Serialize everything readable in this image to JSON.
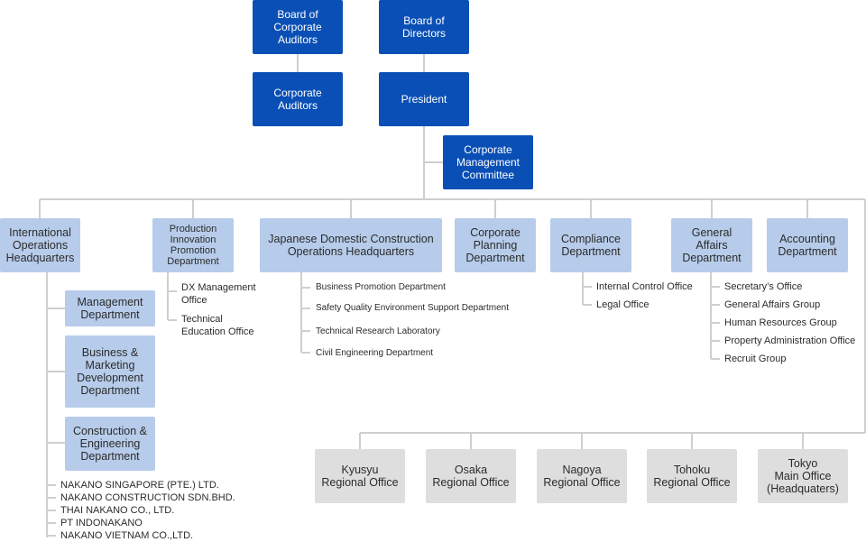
{
  "top": {
    "board_auditors": "Board of\nCorporate\nAuditors",
    "board_directors": "Board of\nDirectors",
    "corporate_auditors": "Corporate\nAuditors",
    "president": "President",
    "committee": "Corporate\nManagement\nCommittee"
  },
  "departments": {
    "international": "International\nOperations\nHeadquarters",
    "production": "Production\nInnovation\nPromotion\nDepartment",
    "japanese": "Japanese Domestic Construction\nOperations Headquarters",
    "planning": "Corporate\nPlanning\nDepartment",
    "compliance": "Compliance\nDepartment",
    "general": "General\nAffairs\nDepartment",
    "accounting": "Accounting\nDepartment"
  },
  "international_subs": [
    "Management\nDepartment",
    "Business &\nMarketing\nDevelopment\nDepartment",
    "Construction &\nEngineering\nDepartment"
  ],
  "subsidiaries": [
    "NAKANO SINGAPORE (PTE.) LTD.",
    "NAKANO CONSTRUCTION SDN.BHD.",
    "THAI NAKANO CO., LTD.",
    "PT INDONAKANO",
    "NAKANO VIETNAM CO.,LTD."
  ],
  "production_items": [
    "DX Management\nOffice",
    "Technical\nEducation Office"
  ],
  "japanese_items": [
    "Business Promotion Department",
    "Safety Quality Environment Support Department",
    "Technical Research Laboratory",
    "Civil Engineering Department"
  ],
  "compliance_items": [
    "Internal Control Office",
    "Legal Office"
  ],
  "general_items": [
    "Secretary’s Office",
    "General Affairs Group",
    "Human Resources Group",
    "Property Administration Office",
    "Recruit Group"
  ],
  "regional": [
    "Kyusyu\nRegional Office",
    "Osaka\nRegional Office",
    "Nagoya\nRegional Office",
    "Tohoku\nRegional Office",
    "Tokyo\nMain Office\n(Headquaters)"
  ]
}
